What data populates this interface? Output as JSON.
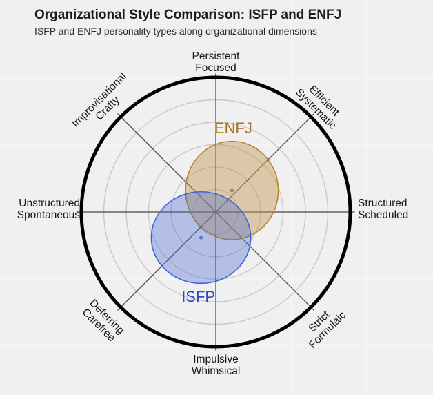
{
  "header": {
    "title": "Organizational Style Comparison: ISFP and ENFJ",
    "subtitle": "ISFP and ENFJ personality types along organizational dimensions"
  },
  "chart_data": {
    "type": "polar-ellipse-comparison",
    "title": "Organizational Style Comparison: ISFP and ENFJ",
    "subtitle": "ISFP and ENFJ personality types along organizational dimensions",
    "axes": [
      {
        "position": "top",
        "angle_deg": 90,
        "line1": "Persistent",
        "line2": "Focused"
      },
      {
        "position": "top-right",
        "angle_deg": 45,
        "line1": "Efficient",
        "line2": "Systematic"
      },
      {
        "position": "right",
        "angle_deg": 0,
        "line1": "Structured",
        "line2": "Scheduled"
      },
      {
        "position": "bottom-right",
        "angle_deg": -45,
        "line1": "Strict",
        "line2": "Formulaic"
      },
      {
        "position": "bottom",
        "angle_deg": -90,
        "line1": "Impulsive",
        "line2": "Whimsical"
      },
      {
        "position": "bottom-left",
        "angle_deg": -135,
        "line1": "Deferring",
        "line2": "Carefree"
      },
      {
        "position": "left",
        "angle_deg": 180,
        "line1": "Unstructured",
        "line2": "Spontaneous"
      },
      {
        "position": "top-left",
        "angle_deg": 135,
        "line1": "Improvisational",
        "line2": "Crafty"
      }
    ],
    "grid": {
      "inner_ring_count": 5,
      "ring_color": "#c8c8c8",
      "outer_ring_color": "#000000",
      "spoke_color": "#454545",
      "panel_line_color": "#ffffff"
    },
    "series": [
      {
        "name": "ENFJ",
        "center_x": 0.12,
        "center_y": 0.16,
        "radius_x": 0.345,
        "radius_y": 0.365,
        "stroke": "#b8862b",
        "fill": "rgba(190,150,80,0.45)",
        "dot_color": "#b08045",
        "label_color": "#a8731c",
        "label_x": 0.13,
        "label_y": 0.62
      },
      {
        "name": "ISFP",
        "center_x": -0.11,
        "center_y": -0.19,
        "radius_x": 0.37,
        "radius_y": 0.34,
        "stroke": "#4262dd",
        "fill": "rgba(70,100,210,0.35)",
        "dot_color": "#5b79cf",
        "label_color": "#2e48c4",
        "label_x": -0.13,
        "label_y": -0.63
      }
    ]
  }
}
